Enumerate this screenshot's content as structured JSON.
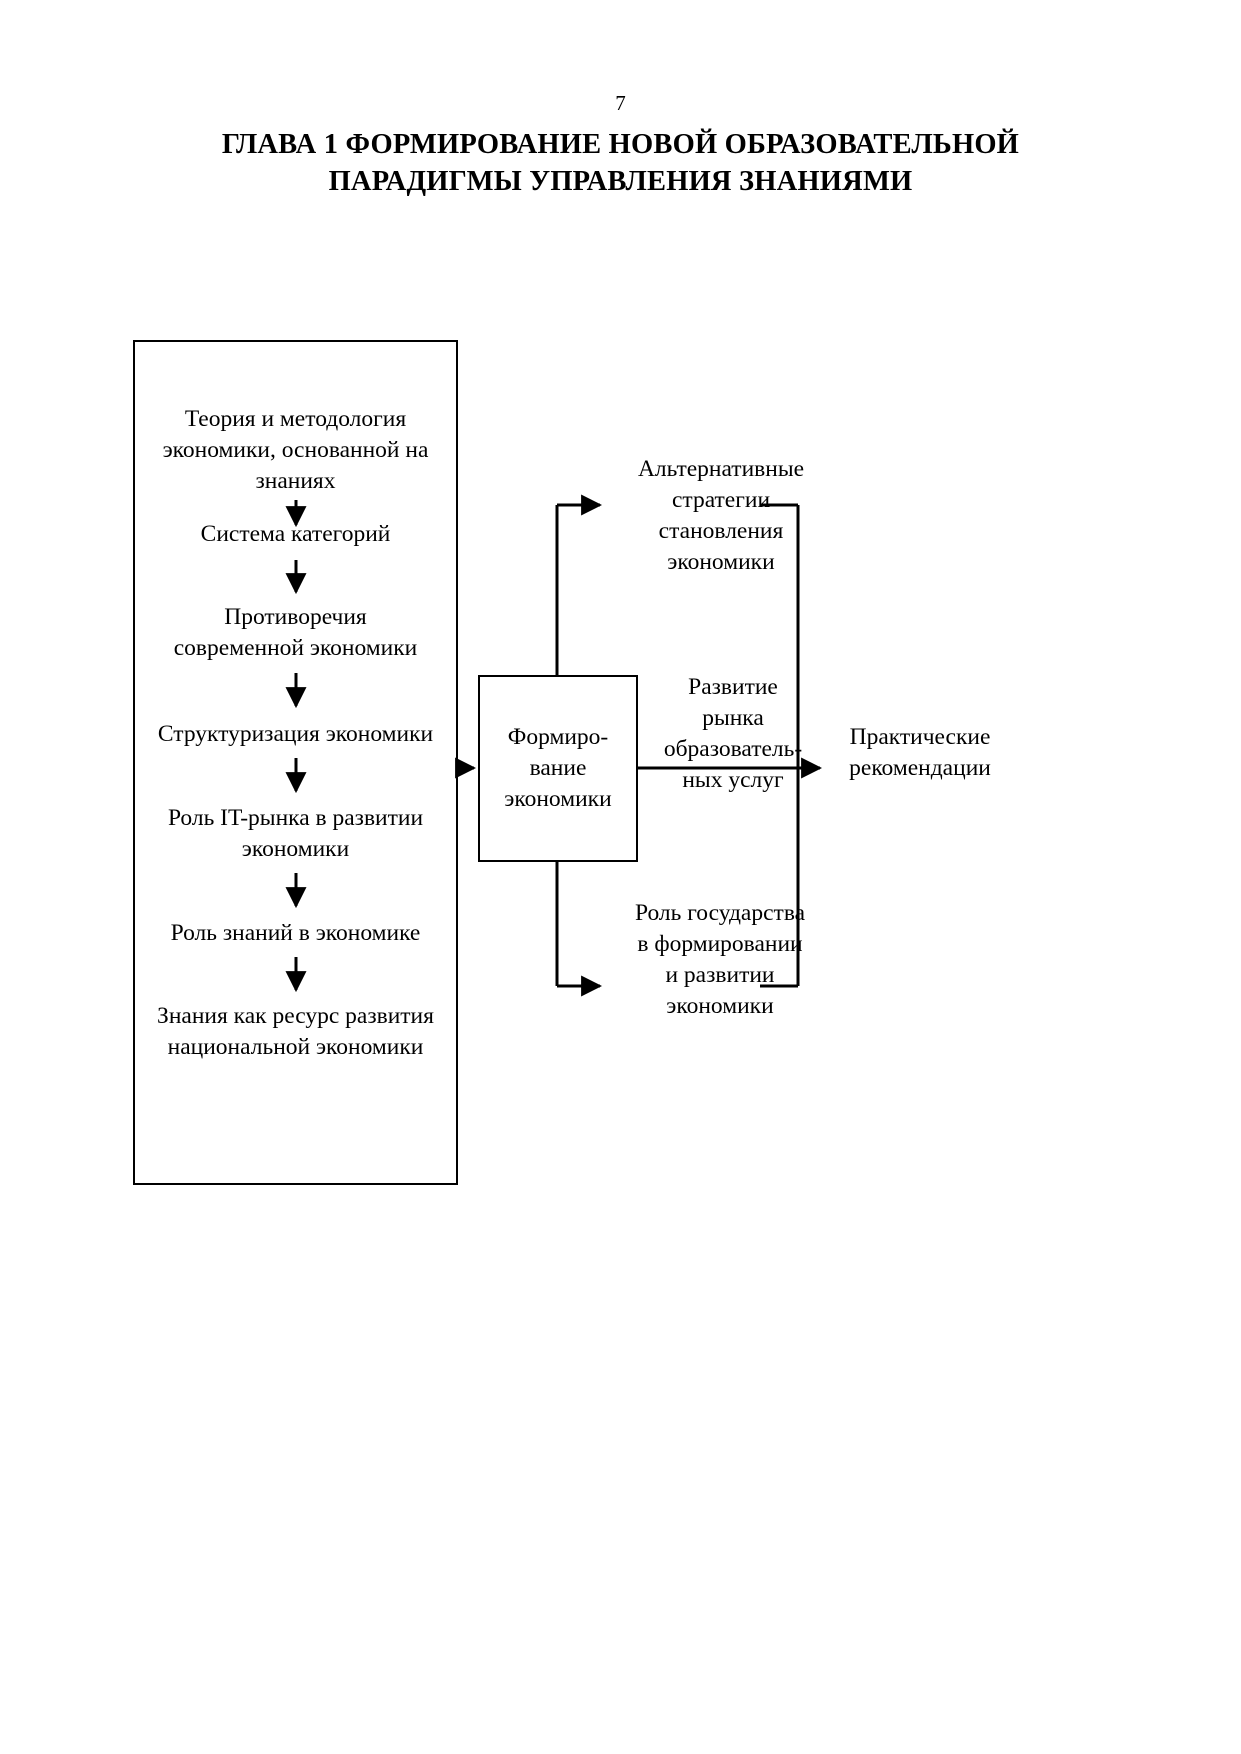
{
  "page": {
    "number": "7",
    "title_lines": [
      "ГЛАВА 1 ФОРМИРОВАНИЕ НОВОЙ ОБРАЗОВАТЕЛЬНОЙ",
      "ПАРАДИГМЫ УПРАВЛЕНИЯ ЗНАНИЯМИ"
    ]
  },
  "diagram": {
    "left_column": {
      "frame": "bordered-box",
      "nodes": [
        {
          "lines": [
            "Теория и методология",
            "экономики, основанной на",
            "знаниях"
          ]
        },
        {
          "lines": [
            "Система категорий"
          ]
        },
        {
          "lines": [
            "Противоречия",
            "современной экономики"
          ]
        },
        {
          "lines": [
            "Структуризация экономики"
          ]
        },
        {
          "lines": [
            "Роль IT-рынка в развитии",
            "экономики"
          ]
        },
        {
          "lines": [
            "Роль знаний  в экономике"
          ]
        },
        {
          "lines": [
            "Знания как ресурс развития",
            "национальной экономики"
          ]
        }
      ]
    },
    "center": {
      "lines": [
        "Формиро-",
        "вание",
        "экономики"
      ]
    },
    "right_nodes": [
      {
        "id": "alternative-strategies",
        "lines": [
          "Альтернативные",
          "стратегии",
          "становления",
          "экономики"
        ]
      },
      {
        "id": "education-market",
        "lines": [
          "Развитие",
          "рынка",
          "образователь-",
          "ных услуг"
        ]
      },
      {
        "id": "state-role",
        "lines": [
          "Роль государства",
          "в формировании",
          "и развитии",
          "экономики"
        ]
      }
    ],
    "final_node": {
      "id": "practical-recommendations",
      "lines": [
        "Практические",
        "рекомендации"
      ]
    }
  },
  "colors": {
    "ink": "#000000",
    "paper": "#ffffff"
  }
}
